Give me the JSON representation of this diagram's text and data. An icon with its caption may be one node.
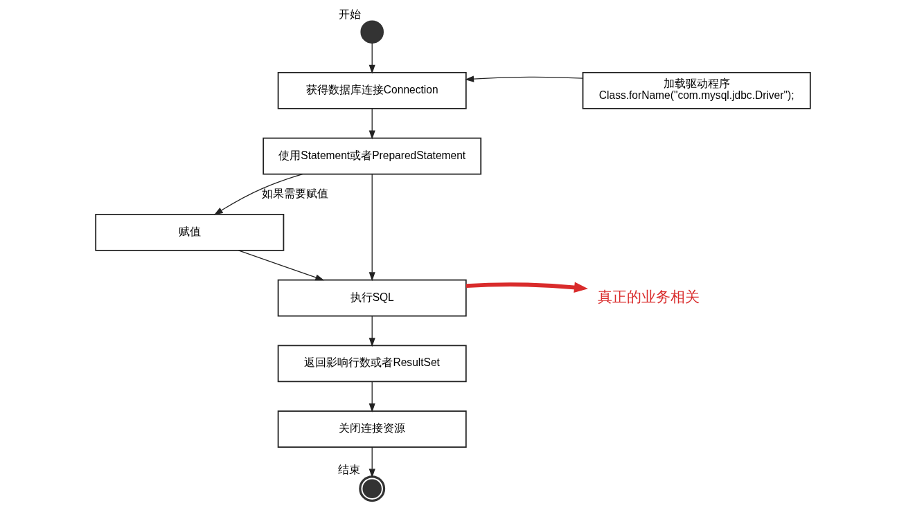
{
  "diagram": {
    "nodes": [
      {
        "text": [],
        "shape": "circle",
        "beside": [
          "开始"
        ]
      },
      {
        "text": [
          "获得数据库连接Connection"
        ]
      },
      {
        "text": [
          "加载驱动程序",
          "Class.forName(\"com.mysql.jdbc.Driver\");"
        ]
      },
      {
        "text": [
          "使用Statement或者PreparedStatement"
        ]
      },
      {
        "text": [
          "赋值"
        ]
      },
      {
        "text": [
          "执行SQL"
        ]
      },
      {
        "text": [
          "真正的业务相关"
        ]
      },
      {
        "text": [
          "返回影响行数或者ResultSet"
        ]
      },
      {
        "text": [
          "关闭连接资源"
        ]
      },
      {
        "text": [],
        "shape": "circle",
        "beside": [
          "结束"
        ]
      }
    ],
    "edges": [
      {
        "from": 0,
        "to": 1,
        "arrow": "to"
      },
      {
        "from": 2,
        "to": 1,
        "arrow": "to"
      },
      {
        "from": 1,
        "to": 3,
        "arrow": "to"
      },
      {
        "from": 3,
        "to": 4,
        "arrow": "to",
        "label": "如果需要赋值"
      },
      {
        "from": 3,
        "to": 5,
        "arrow": "to"
      },
      {
        "from": 4,
        "to": 5,
        "arrow": "to"
      },
      {
        "from": 5,
        "to": 6,
        "arrow": "to",
        "style": "thick",
        "color": "#d92b2b"
      },
      {
        "from": 5,
        "to": 7,
        "arrow": "to"
      },
      {
        "from": 7,
        "to": 8,
        "arrow": "to"
      },
      {
        "from": 8,
        "to": 9,
        "arrow": "to"
      }
    ]
  }
}
